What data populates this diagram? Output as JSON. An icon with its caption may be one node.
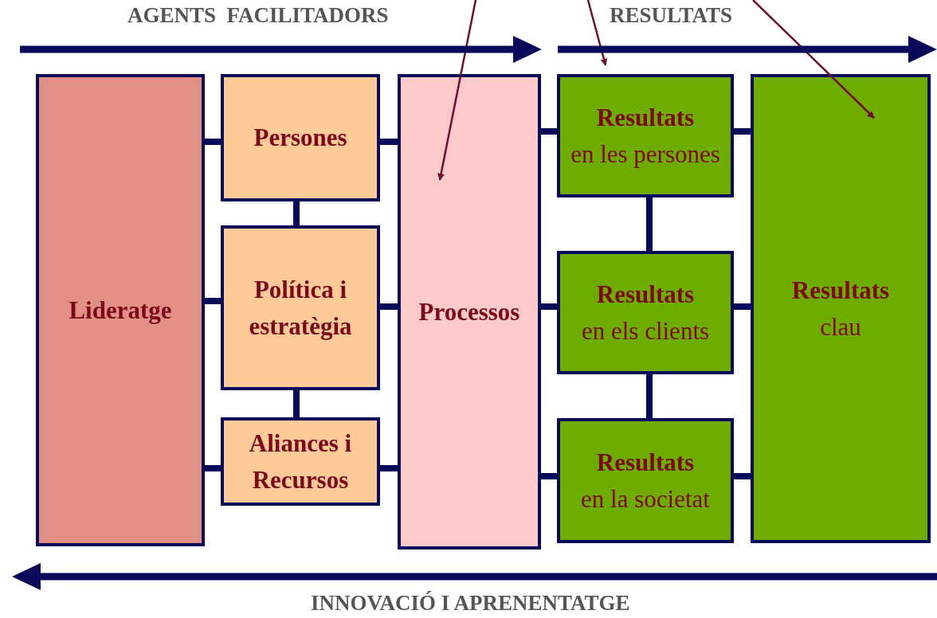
{
  "diagram": {
    "nodes": [
      {
        "text": [
          "Lideratge"
        ]
      },
      {
        "text": [
          "Persones"
        ]
      },
      {
        "text": [
          "Política i estratègia"
        ]
      },
      {
        "text": [
          "Aliances i Recursos"
        ]
      },
      {
        "text": [
          "Processos"
        ]
      },
      {
        "text": [
          "Resultats",
          "en les persones"
        ]
      },
      {
        "text": [
          "Resultats",
          "en els clients"
        ]
      },
      {
        "text": [
          "Resultats",
          "en la societat"
        ]
      },
      {
        "text": [
          "Resultats",
          "clau"
        ]
      }
    ],
    "edges": [
      {
        "from": 0,
        "to": 1,
        "arrow": "none"
      },
      {
        "from": 0,
        "to": 2,
        "arrow": "none"
      },
      {
        "from": 0,
        "to": 3,
        "arrow": "none"
      },
      {
        "from": 1,
        "to": 2,
        "arrow": "none"
      },
      {
        "from": 2,
        "to": 3,
        "arrow": "none"
      },
      {
        "from": 1,
        "to": 4,
        "arrow": "none"
      },
      {
        "from": 2,
        "to": 4,
        "arrow": "none"
      },
      {
        "from": 3,
        "to": 4,
        "arrow": "none"
      },
      {
        "from": 4,
        "to": 5,
        "arrow": "none"
      },
      {
        "from": 4,
        "to": 6,
        "arrow": "none"
      },
      {
        "from": 4,
        "to": 7,
        "arrow": "none"
      },
      {
        "from": 5,
        "to": 6,
        "arrow": "none"
      },
      {
        "from": 6,
        "to": 7,
        "arrow": "none"
      },
      {
        "from": 5,
        "to": 8,
        "arrow": "none"
      },
      {
        "from": 6,
        "to": 8,
        "arrow": "none"
      },
      {
        "from": 7,
        "to": 8,
        "arrow": "none"
      },
      {
        "from": null,
        "to": 4,
        "arrow": "to",
        "color": "#6b1034"
      },
      {
        "from": null,
        "to": 5,
        "arrow": "to",
        "color": "#6b1034"
      },
      {
        "from": null,
        "to": 8,
        "arrow": "to",
        "color": "#6b1034"
      }
    ],
    "labels": [
      "AGENTS  FACILITADORS",
      "RESULTATS",
      "INNOVACIÓ I APRENENTATGE"
    ]
  }
}
